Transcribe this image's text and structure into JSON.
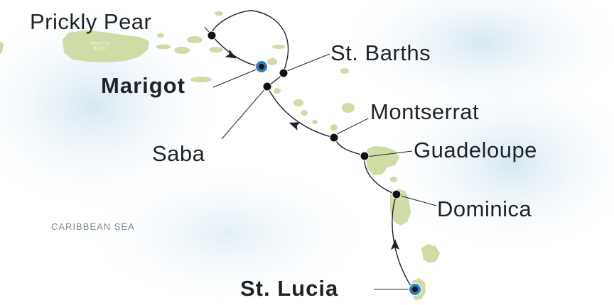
{
  "map": {
    "colors": {
      "sea": "#ffffff",
      "sea_tint": "#dcecf5",
      "land": "#cfdca6",
      "route": "#1f2328",
      "stop_marker": "#111111",
      "home_port_marker": "#2f7ec2",
      "label_text": "#1f2328",
      "area_label_text": "#7d8a96"
    },
    "area_labels": {
      "sea": "CARIBBEAN SEA",
      "island": "PUERTO RICO"
    },
    "ports": [
      {
        "id": "prickly-pear",
        "name": "Prickly Pear",
        "type": "stop"
      },
      {
        "id": "marigot",
        "name": "Marigot",
        "type": "home-port"
      },
      {
        "id": "st-barths",
        "name": "St. Barths",
        "type": "stop"
      },
      {
        "id": "saba",
        "name": "Saba",
        "type": "stop"
      },
      {
        "id": "montserrat",
        "name": "Montserrat",
        "type": "stop"
      },
      {
        "id": "guadeloupe",
        "name": "Guadeloupe",
        "type": "stop"
      },
      {
        "id": "dominica",
        "name": "Dominica",
        "type": "stop"
      },
      {
        "id": "st-lucia",
        "name": "St. Lucia",
        "type": "home-port"
      }
    ],
    "route_icons": [
      "direction-arrow-icon",
      "port-marker-icon",
      "home-port-marker-icon"
    ]
  }
}
